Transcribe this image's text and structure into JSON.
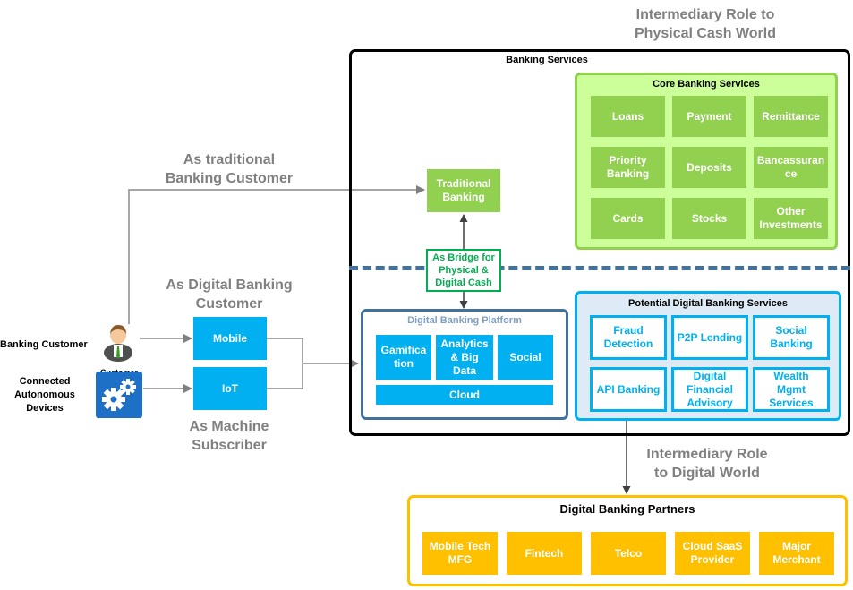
{
  "captions": {
    "physical_cash_role": "Intermediary Role to\nPhysical Cash World",
    "traditional_customer": "As traditional\nBanking Customer",
    "digital_customer": "As Digital Banking\nCustomer",
    "machine_subscriber": "As Machine\nSubscriber",
    "digital_world_role": "Intermediary Role\nto  Digital World"
  },
  "banking_services": {
    "title": "Banking Services",
    "traditional_banking": "Traditional\nBanking",
    "bridge": "As Bridge for\nPhysical &\nDigital Cash"
  },
  "core_services": {
    "title": "Core Banking Services",
    "items": [
      "Loans",
      "Payment",
      "Remittance",
      "Priority\nBanking",
      "Deposits",
      "Bancassuran\nce",
      "Cards",
      "Stocks",
      "Other\nInvestments"
    ]
  },
  "platform": {
    "title": "Digital Banking Platform",
    "items": [
      "Gamifica\ntion",
      "Analytics\n& Big\nData",
      "Social"
    ],
    "cloud": "Cloud"
  },
  "potential_services": {
    "title": "Potential Digital Banking Services",
    "items": [
      "Fraud\nDetection",
      "P2P Lending",
      "Social\nBanking",
      "API Banking",
      "Digital\nFinancial\nAdvisory",
      "Wealth\nMgmt\nServices"
    ]
  },
  "actors": {
    "banking_customer": "Banking Customer",
    "icon_caption": "Customer",
    "devices": "Connected\nAutonomous\nDevices"
  },
  "channels": {
    "mobile": "Mobile",
    "iot": "IoT"
  },
  "partners": {
    "title": "Digital Banking Partners",
    "items": [
      "Mobile Tech\nMFG",
      "Fintech",
      "Telco",
      "Cloud SaaS\nProvider",
      "Major\nMerchant"
    ]
  },
  "colors": {
    "green": "#92d050",
    "blue": "#00b0f0",
    "yellow": "#ffc000",
    "slate": "#41719c",
    "grey": "#808080"
  }
}
